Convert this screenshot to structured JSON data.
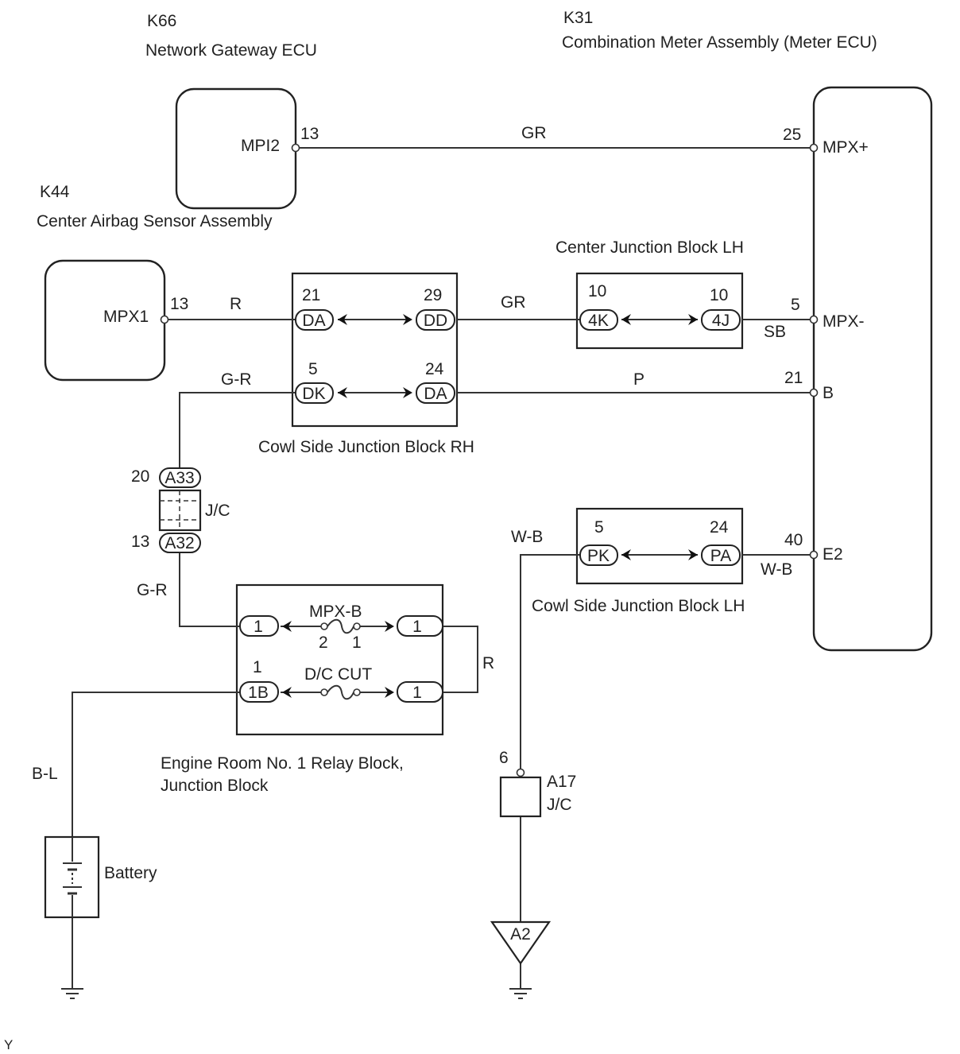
{
  "components": {
    "k66_code": "K66",
    "k66_name": "Network Gateway ECU",
    "k31_code": "K31",
    "k31_name": "Combination Meter Assembly (Meter ECU)",
    "k44_code": "K44",
    "k44_name": "Center Airbag Sensor Assembly",
    "cjb_lh": "Center Junction Block LH",
    "cowl_rh": "Cowl Side Junction Block RH",
    "cowl_lh": "Cowl Side Junction Block LH",
    "er_block_line1": "Engine Room No. 1 Relay Block,",
    "er_block_line2": "Junction Block",
    "battery": "Battery",
    "a17": "A17",
    "a17_jc": "J/C",
    "jc": "J/C",
    "ground_a2": "A2",
    "corner": "Y"
  },
  "terminals": {
    "mpi2": "MPI2",
    "mpx1": "MPX1",
    "mpx_plus": "MPX+",
    "mpx_minus": "MPX-",
    "b": "B",
    "e2": "E2"
  },
  "pins": {
    "k66_13": "13",
    "k31_25": "25",
    "k44_13": "13",
    "rh_21": "21",
    "rh_29": "29",
    "rh_5": "5",
    "rh_24": "24",
    "cjb_10a": "10",
    "cjb_10b": "10",
    "k31_5": "5",
    "k31_21": "21",
    "jc_20": "20",
    "jc_13": "13",
    "lh_5": "5",
    "lh_24": "24",
    "k31_40": "40",
    "fuse_2": "2",
    "fuse_1": "1",
    "er_1b_pin": "1",
    "a17_6": "6"
  },
  "connectors": {
    "da1": "DA",
    "dd": "DD",
    "dk": "DK",
    "da2": "DA",
    "c4k": "4K",
    "c4j": "4J",
    "a33": "A33",
    "a32": "A32",
    "pk": "PK",
    "pa": "PA",
    "er_left_top": "1",
    "er_right_top": "1",
    "er_left_bot": "1B",
    "er_right_bot": "1"
  },
  "fuses": {
    "mpxb": "MPX-B",
    "dccut": "D/C CUT"
  },
  "wires": {
    "top_gr": "GR",
    "k44_r": "R",
    "mid_gr": "GR",
    "sb": "SB",
    "g_r_top": "G-R",
    "p": "P",
    "g_r_bot": "G-R",
    "r_loop": "R",
    "b_l": "B-L",
    "w_b_left": "W-B",
    "w_b_right": "W-B"
  }
}
